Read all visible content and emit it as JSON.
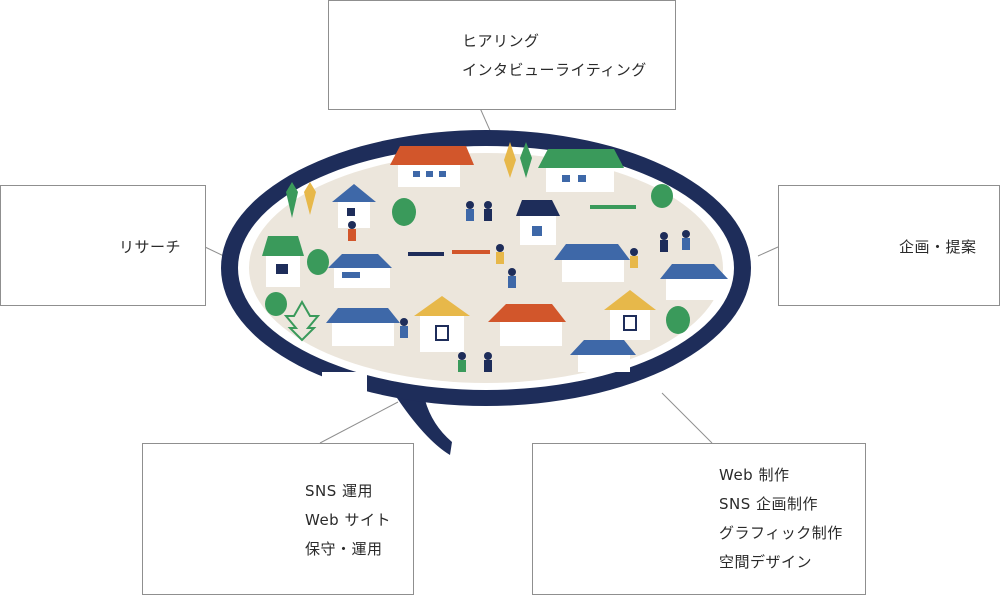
{
  "services": {
    "hearing": {
      "lines": [
        "ヒアリング",
        "インタビューライティング"
      ]
    },
    "research": {
      "label": "リサーチ"
    },
    "planning": {
      "label": "企画・提案"
    },
    "sns": {
      "lines": [
        "SNS 運用",
        "Web サイト",
        "保守・運用"
      ]
    },
    "production": {
      "lines": [
        "Web 制作",
        "SNS 企画制作",
        "グラフィック制作",
        "空間デザイン"
      ]
    }
  },
  "colors": {
    "navy": "#1e2d5a",
    "beige": "#ece6dc",
    "orange": "#d2562b",
    "green": "#3a9a5b",
    "blue": "#3e68a8",
    "yellow": "#e7b84a",
    "border": "#8f8f8f"
  }
}
